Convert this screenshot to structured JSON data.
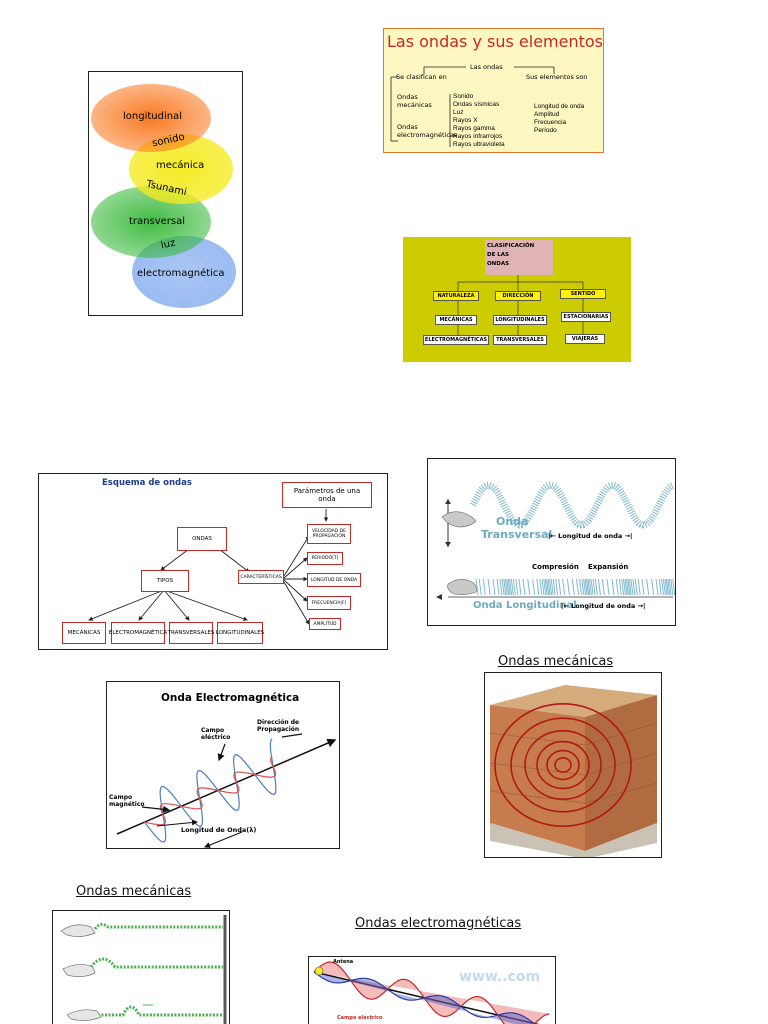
{
  "venn": {
    "longitudinal": "longitudinal",
    "sonido": "sonido",
    "mecanica": "mecánica",
    "tsunami": "Tsunami",
    "transversal": "transversal",
    "luz": "luz",
    "electromagnetica": "electromagnética"
  },
  "elementos": {
    "title": "Las ondas y sus elementos",
    "root": "Las ondas",
    "left_branch": "Se clasifican en",
    "right_branch": "Sus elementos son",
    "mecanicas": "Ondas mecánicas",
    "electro": "Ondas electromagnéticas",
    "mec_list": [
      "Sonido",
      "Ondas sísmicas"
    ],
    "em_list": [
      "Luz",
      "Rayos X",
      "Rayos gamma",
      "Rayos infrarrojos",
      "Rayos ultravioleta"
    ],
    "elements_list": [
      "Longitud de onda",
      "Amplitud",
      "Frecuencia",
      "Período"
    ]
  },
  "clasificacion": {
    "title_lines": [
      "CLASIFICACIÓN",
      "DE LAS",
      "ONDAS"
    ],
    "headers": [
      "NATURALEZA",
      "DIRECCIÓN",
      "SENTIDO"
    ],
    "naturaleza": [
      "MECÁNICAS",
      "ELECTROMAGNÉTICAS"
    ],
    "direccion": [
      "LONGITUDINALES",
      "TRANSVERSALES"
    ],
    "sentido": [
      "ESTACIONARIAS",
      "VIAJERAS"
    ]
  },
  "esquema": {
    "title": "Esquema de ondas",
    "param_box": "Parámetros de una onda",
    "ondas": "ONDAS",
    "tipos": "TIPOS",
    "caracteristicas": "CARACTERÍSTICAS",
    "tipos_list": [
      "MECÁNICAS",
      "ELECTROMAGNÉTICA",
      "TRANSVERSALES",
      "LONGITUDINALES"
    ],
    "car_list": [
      "VELOCIDAD DE PROPAGACIÓN",
      "PERIODO(T)",
      "LONGITUD DE ONDA",
      "FRECUENCIA(F)",
      "AMPLITUD"
    ]
  },
  "trans_long": {
    "onda_t1": "Onda",
    "onda_t2": "Transversal",
    "lt": "|← Longitud de onda →|",
    "compresion": "Compresión",
    "expansion": "Expansión",
    "onda_l": "Onda Longitudinal",
    "ll": "|← Longitud de onda →|"
  },
  "labels": {
    "ondas_mecanicas_1": "Ondas mecánicas",
    "ondas_mecanicas_2": "Ondas mecánicas",
    "ondas_electro": "Ondas electromagnéticas"
  },
  "em": {
    "title": "Onda Electromagnética",
    "campo_e": "Campo eléctrico",
    "direccion": "Dirección de Propagación",
    "campo_m": "Campo magnético",
    "longitud": "Longitud de Onda(λ)"
  },
  "em_bottom": {
    "antena": "Antena",
    "campo_electrico": "Campo eléctrico",
    "watermark": "www..com"
  },
  "colors": {
    "orange": "#f97316",
    "yellow": "#f5ea1c",
    "green": "#37b83a",
    "blue": "#9bbcf2",
    "red": "#c62828",
    "olive": "#cccc00"
  }
}
